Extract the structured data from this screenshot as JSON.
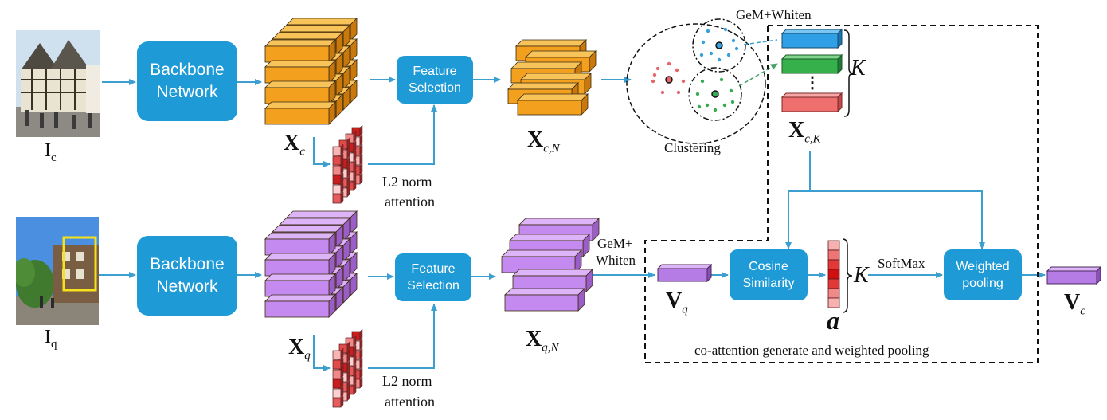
{
  "nodes": {
    "backbone_top": "Backbone Network",
    "backbone_bottom": "Backbone Network",
    "feature_selection_top": "Feature Selection",
    "feature_selection_bottom": "Feature Selection",
    "cosine_similarity": "Cosine Similarity",
    "weighted_pooling": "Weighted pooling"
  },
  "labels": {
    "image_c": "I",
    "image_c_sub": "c",
    "image_q": "I",
    "image_q_sub": "q",
    "xc": "X",
    "xc_sub": "c",
    "xq": "X",
    "xq_sub": "q",
    "xcn": "X",
    "xcn_sub": "c,N",
    "xqn": "X",
    "xqn_sub": "q,N",
    "xck": "X",
    "xck_sub": "c,K",
    "vq": "V",
    "vq_sub": "q",
    "vc": "V",
    "vc_sub": "c",
    "a": "a",
    "k1": "K",
    "k2": "K",
    "dots": "⋮",
    "l2_top_1": "L2 norm",
    "l2_top_2": "attention",
    "l2_bottom_1": "L2 norm",
    "l2_bottom_2": "attention",
    "gem_whiten_top": "GeM+Whiten",
    "gem_bottom_1": "GeM+",
    "gem_bottom_2": "Whiten",
    "clustering": "Clustering",
    "softmax": "SoftMax",
    "coattention": "co-attention generate and weighted pooling"
  },
  "colors": {
    "box_blue": "#1e9ad6",
    "arrow": "#3c9fd0",
    "orange_front": "#f2a01e",
    "orange_top": "#f8c45a",
    "orange_side": "#c9790b",
    "purple_front": "#c58af0",
    "purple_top": "#dcb4f7",
    "purple_side": "#9b5ec8",
    "cluster_red": "#e8666a",
    "cluster_blue": "#3aa0dc",
    "cluster_green": "#3bab53"
  }
}
